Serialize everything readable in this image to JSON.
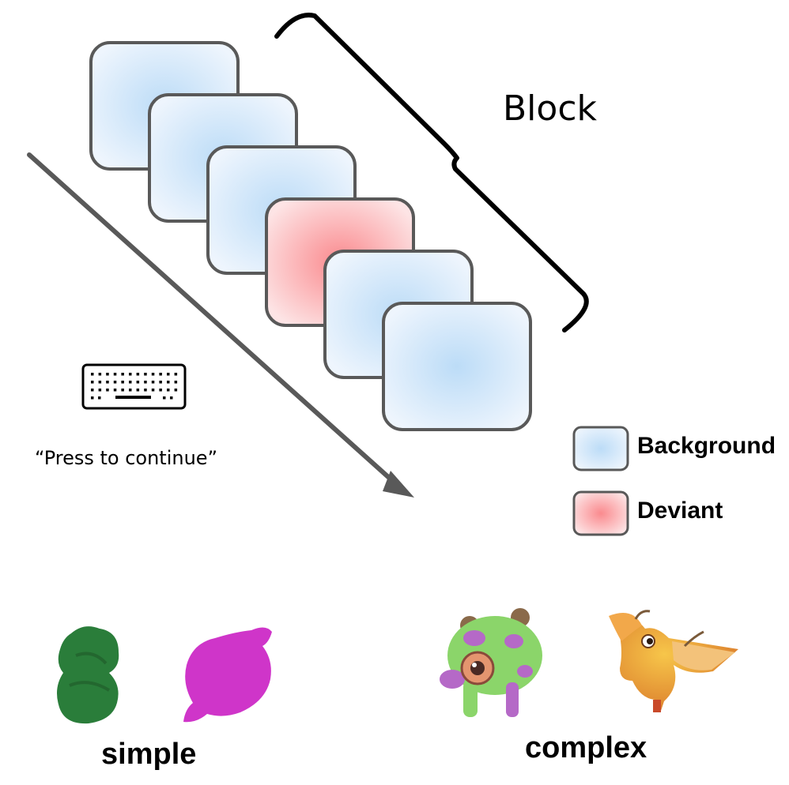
{
  "block_label": "Block",
  "instruction": "“Press to continue”",
  "sequence": [
    {
      "type": "background"
    },
    {
      "type": "background"
    },
    {
      "type": "background"
    },
    {
      "type": "deviant"
    },
    {
      "type": "background"
    },
    {
      "type": "background"
    }
  ],
  "legend": [
    {
      "key": "background",
      "label": "Background"
    },
    {
      "key": "deviant",
      "label": "Deviant"
    }
  ],
  "categories": {
    "simple": "simple",
    "complex": "complex"
  },
  "colors": {
    "background_center": "#bcdcf7",
    "background_edge": "#eef5fd",
    "deviant_center": "#fa8a8e",
    "deviant_edge": "#fde4e5",
    "frame_border": "#595959",
    "arrow": "#595959",
    "simple_green": "#2a7d3a",
    "simple_magenta": "#cf35c9"
  },
  "icons": {
    "keyboard": "keyboard-icon",
    "arrow": "time-arrow"
  }
}
